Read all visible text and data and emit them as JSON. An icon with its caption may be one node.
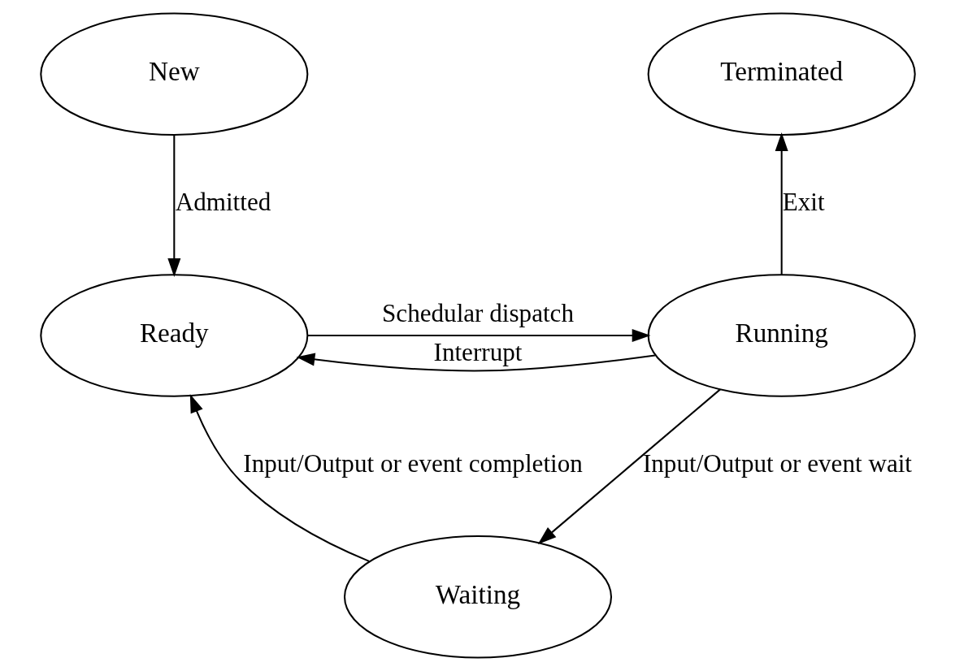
{
  "diagram": {
    "nodes": [
      {
        "text": [
          "New"
        ]
      },
      {
        "text": [
          "Terminated"
        ]
      },
      {
        "text": [
          "Ready"
        ]
      },
      {
        "text": [
          "Running"
        ]
      },
      {
        "text": [
          "Waiting"
        ]
      }
    ],
    "edges": [
      {
        "from": 0,
        "to": 2,
        "arrow": "to",
        "label": "Admitted"
      },
      {
        "from": 3,
        "to": 1,
        "arrow": "to",
        "label": "Exit"
      },
      {
        "from": 3,
        "to": 2,
        "arrow": "to",
        "label": "Interrupt"
      },
      {
        "from": 2,
        "to": 3,
        "arrow": "to",
        "label": "Schedular dispatch"
      },
      {
        "from": 3,
        "to": 4,
        "arrow": "to",
        "label": "Input/Output or event wait"
      },
      {
        "from": 4,
        "to": 2,
        "arrow": "to",
        "label": "Input/Output or event completion"
      }
    ]
  }
}
